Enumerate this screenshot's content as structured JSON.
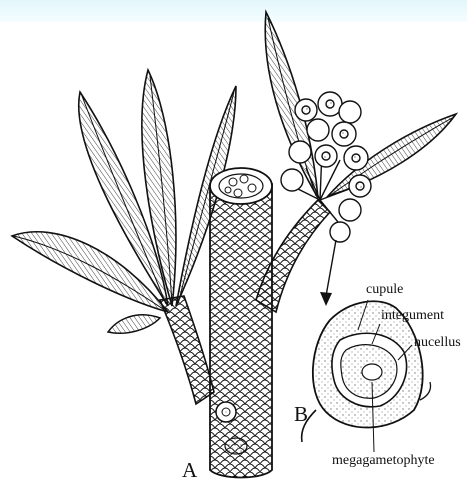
{
  "figure": {
    "labels": {
      "panel_a": "A",
      "panel_b": "B",
      "cupule": "cupule",
      "integument": "integument",
      "nucellus": "nucellus",
      "megagametophyte": "megagametophyte"
    },
    "colors": {
      "ink": "#111111",
      "top_band": "#e3f7fb",
      "background": "#ffffff",
      "stipple": "#bdbdbd"
    }
  }
}
